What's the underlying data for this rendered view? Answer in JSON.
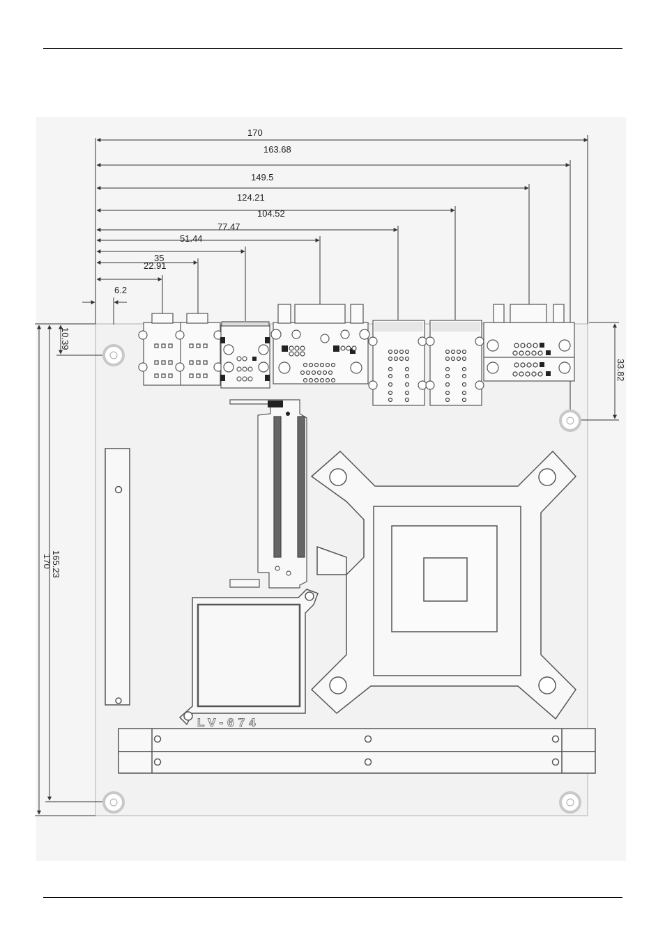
{
  "title": "Mini-ITX board mechanical drawing",
  "board_label": "LV-674",
  "horizontal_dimensions": [
    "170",
    "163.68",
    "149.5",
    "124.21",
    "104.52",
    "77.47",
    "51.44",
    "35",
    "22.91",
    "6.2"
  ],
  "vertical_dimensions": {
    "board_height": "170",
    "lower_hole": "165.23",
    "upper_hole": "10.39",
    "right_hole": "33.82"
  },
  "colors": {
    "line": "#333333",
    "panel": "#f5f5f5",
    "board_edge": "#c8c8c8"
  }
}
